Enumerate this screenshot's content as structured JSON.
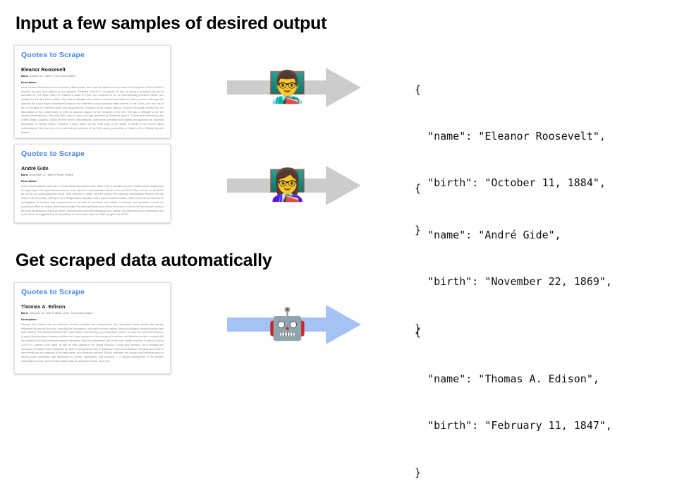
{
  "sections": [
    {
      "id": "input",
      "heading": "Input a few samples of desired output"
    },
    {
      "id": "output",
      "heading": "Get scraped data automatically"
    }
  ],
  "colors": {
    "site_title_blue": "#4285f4",
    "arrow_gray": "#cccccc",
    "arrow_blue": "#a4c2f4",
    "text_black": "#000000",
    "muted_text": "#8a8a8a",
    "card_border": "#e2e2e2",
    "page_background": "#ffffff"
  },
  "cards": [
    {
      "site_title": "Quotes to Scrape",
      "person_name": "Eleanor Roosevelt",
      "born_label": "Born:",
      "born_value": "October 11, 1884 in The United States",
      "description_label": "Description:",
      "description": "Anna Eleanor Roosevelt was an American political leader who used her influence as an active First Lady from 1933 to 1945 to promote the New Deal policies of her husband, President Franklin D. Roosevelt, as well as taking a prominent role as an advocate for civil rights. After her husband's death in 1945, she continued to be an internationally prominent author and speaker for the New Deal coalition. She was a suffragist who worked to enhance the status of working women, although she opposed the Equal Rights Amendment because she believed it would adversely affect women. In the 1940s, she was one of the co-founders of Freedom House and supported the formation of the United Nations. Eleanor Roosevelt founded the UN Association of the United States in 1943 to advance support for the formation of the UN. She was a delegate to the UN General Assembly from 1945 and 1952, a job for which she was appointed by President Harry S. Truman and confirmed by the United States Congress. During her time at the United Nations, chaired the committee that drafted and approved the Universal Declaration of Human Rights. President Truman called her the \"First Lady of the World\" in tribute to her human rights achievements. She was one of the most admired persons of the 20th century, according to Gallup's List of Widely Admired People."
    },
    {
      "site_title": "Quotes to Scrape",
      "person_name": "André Gide",
      "born_label": "Born:",
      "born_value": "November 22, 1869 in Paris, France",
      "description_label": "Description:",
      "description": "André Paul Guillaume Gide was a French author and winner of the Nobel Prize in Literature in 1947. Gide's career ranged from its beginnings in the symbolist movement, to the advent of anticolonialism between the two World Wars. Known for his fiction as well as his autobiographical works, Gide exposes to public view the conflict and eventual reconciliation between the two sides of his personality, split apart by a straight-laced education and a narrow social moralism. Gide's work can be seen as an investigation of freedom and empowerment in the face of moralistic and puritan constraints, and gravitates around his continuous effort to achieve intellectual honesty. His self-exploratory texts reflect his search of how to be fully oneself, even to the point of owning one's sexual nature, without at the same time betraying one's values. His political activity is informed by the same ethos, as suggested by his repudiation of communism after his 1936 voyage to the USSR."
    },
    {
      "site_title": "Quotes to Scrape",
      "person_name": "Thomas A. Edison",
      "born_label": "Born:",
      "born_value": "February 11, 1847 in Milan, Ohio, The United States",
      "description_label": "Description:",
      "description": "Thomas Alva Edison was an American inventor, scientist and businessman who developed many devices that greatly influenced life around the world, including the phonograph, the motion picture camera, and a long-lasting, practical electric light bulb. Dubbed \"The Wizard of Menlo Park\" (now Edison, New Jersey) by a newspaper reporter, he was one of the first inventors to apply the principles of mass production and large teamwork to the process of invention, and therefore is often credited with the creation of the first industrial research laboratory. Edison is considered one of the most prolific inventors in history, holding 1,093 U.S. patents in his name, as well as many patents in the United Kingdom, France and Germany. He is credited with numerous inventions that contributed to mass communication and, in particular, telecommunications. His advanced work in these fields was an outgrowth of his early career as a telegraph operator. Edison originated the concept and implementation of electric-power generation and distribution to homes, businesses, and factories — a crucial development in the modern industrialized world. His first power station was on Manhattan Island, New York."
    }
  ],
  "arrows": [
    {
      "icon_name": "man-teacher-emoji",
      "emoji": "👨‍🏫",
      "color": "#cccccc",
      "direction": "right"
    },
    {
      "icon_name": "woman-teacher-emoji",
      "emoji": "👩‍🏫",
      "color": "#cccccc",
      "direction": "right"
    },
    {
      "icon_name": "robot-emoji",
      "emoji": "🤖",
      "color": "#a4c2f4",
      "direction": "right"
    }
  ],
  "json_outputs": [
    {
      "open_brace": "{",
      "name_line": "  \"name\": \"Eleanor Roosevelt\",",
      "birth_line": "  \"birth\": \"October 11, 1884\",",
      "close_brace": "}",
      "name_value": "Eleanor Roosevelt",
      "birth_value": "October 11, 1884"
    },
    {
      "open_brace": "{",
      "name_line": "  \"name\": \"André Gide\",",
      "birth_line": "  \"birth\": \"November 22, 1869\",",
      "close_brace": "}",
      "name_value": "André Gide",
      "birth_value": "November 22, 1869"
    },
    {
      "open_brace": "{",
      "name_line": "  \"name\": \"Thomas A. Edison\",",
      "birth_line": "  \"birth\": \"February 11, 1847\",",
      "close_brace": "}",
      "name_value": "Thomas A. Edison",
      "birth_value": "February 11, 1847"
    }
  ]
}
